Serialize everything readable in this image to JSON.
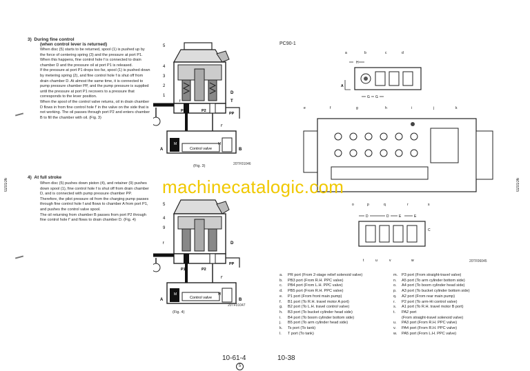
{
  "section3": {
    "heading_num": "3)",
    "heading": "During fine control",
    "subheading": "(when control lever is returned)",
    "paragraphs": [
      "When disc (5) starts to be returned, spool (1) is pushed up by the force of centering spring (3) and the pressure at port P1.",
      "When this happens, fine control hole f is connected to drain chamber D and the pressure oil at port P1 is released.",
      "If the pressure at port P1 drops too far, spool (1) is pushed down by metering spring (2), and fine control hole f is shut off from drain chamber D. At almost the same time, it is connected to pump pressure chamber PP, and the pump pressure is supplied until the pressure at port P1 recovers to a pressure that corresponds to the lever position.",
      "When the spool of the control valve returns, oil in drain chamber D flows in from fine control hole f' in the valve on the side that is not working. The oil passes through port P2 and enters chamber B to fill the chamber with oil. (Fig. 3)"
    ]
  },
  "section4": {
    "heading_num": "4)",
    "heading": "At full stroke",
    "paragraphs": [
      "When disc (5) pushes down piston (4), and retainer (9) pushes down spool (1), fine control hole f is shut off from drain chamber D, and is connected with pump pressure chamber PP. Therefore, the pilot pressure oil from the charging pump passes through fine control hole f and flows to chamber A from port P1, and pushes the control valve spool.",
      "The oil returning from chamber B passes from port P2 through fine control hole f' and flows to drain chamber D. (Fig. 4)"
    ]
  },
  "fig3": {
    "caption": "(Fig. 3)",
    "code": "20TF01046",
    "labels": [
      "5",
      "4",
      "3",
      "2",
      "1",
      "f",
      "D",
      "T",
      "P1",
      "P2",
      "PP",
      "A",
      "M",
      "M",
      "B",
      "f'"
    ],
    "control_valve": "Control valve"
  },
  "fig4": {
    "caption": "(Fig. 4)",
    "code": "20TF01047",
    "labels": [
      "5",
      "4",
      "9",
      "f",
      "D",
      "P1",
      "P2",
      "PP",
      "A",
      "M",
      "M",
      "B",
      "f'"
    ],
    "control_valve": "Control valve"
  },
  "right": {
    "model": "PC90-1",
    "top_letters": [
      "a",
      "b",
      "c",
      "d"
    ],
    "mid_letters": [
      "e",
      "f",
      "g",
      "h",
      "i",
      "j",
      "k"
    ],
    "mid_bottom_letters": [
      "o",
      "p",
      "q",
      "r",
      "s"
    ],
    "low_letters": [
      "t",
      "u",
      "v",
      "w"
    ],
    "sec_labels": [
      "H",
      "A",
      "G",
      "G",
      "D",
      "D",
      "E",
      "E",
      "C"
    ],
    "code": "20TF06045"
  },
  "legend_left": [
    {
      "k": "a.",
      "t": "PR port (From 2-stage relief solenoid valve)"
    },
    {
      "k": "b.",
      "t": "PB3 port (From R.H. PPC valve)"
    },
    {
      "k": "c.",
      "t": "PB4 port (From L.H. PPC valve)"
    },
    {
      "k": "d.",
      "t": "PB5 port (From R.H. PPC valve)"
    },
    {
      "k": "e.",
      "t": "P1 port (From front main pump)"
    },
    {
      "k": "f.",
      "t": "B1 port (To R.H. travel motor A port)"
    },
    {
      "k": "g.",
      "t": "B2 port (To L.H. travel control valve)"
    },
    {
      "k": "h.",
      "t": "B3 port (To bucket cylinder head side)"
    },
    {
      "k": "i.",
      "t": "B4 port (To boom cylinder bottom side)"
    },
    {
      "k": "j.",
      "t": "B5 port (To arm cylinder head side)"
    },
    {
      "k": "k.",
      "t": "Ts port (To tank)"
    },
    {
      "k": "l.",
      "t": "T port (To tank)"
    }
  ],
  "legend_right": [
    {
      "k": "m.",
      "t": "P3 port (From straight-travel valve)"
    },
    {
      "k": "n.",
      "t": "A5 port (To arm cylinder bottom side)"
    },
    {
      "k": "o.",
      "t": "A4 port (To boom cylinder head side)"
    },
    {
      "k": "p.",
      "t": "A3 port (To bucket cylinder bottom side)"
    },
    {
      "k": "q.",
      "t": "A2 port (From rear main pump)"
    },
    {
      "k": "r.",
      "t": "P2 port (To arm-Hi control valve)"
    },
    {
      "k": "s.",
      "t": "A1 port (To R.H. travel motor B port)"
    },
    {
      "k": "t.",
      "t": "PA2 port"
    },
    {
      "k": "",
      "t": "(From straight-travel solenoid valve)"
    },
    {
      "k": "u.",
      "t": "PA3 port (From R.H. PPC valve)"
    },
    {
      "k": "v.",
      "t": "PA4 port (From R.H. PPC valve)"
    },
    {
      "k": "w.",
      "t": "PA5 port (From L.H. PPC valve)"
    }
  ],
  "watermark": "machinecatalogic.com",
  "page_left": "10-61-4",
  "page_left_sub": "5",
  "page_right": "10-38",
  "side_left": "020106",
  "side_right": "020106"
}
